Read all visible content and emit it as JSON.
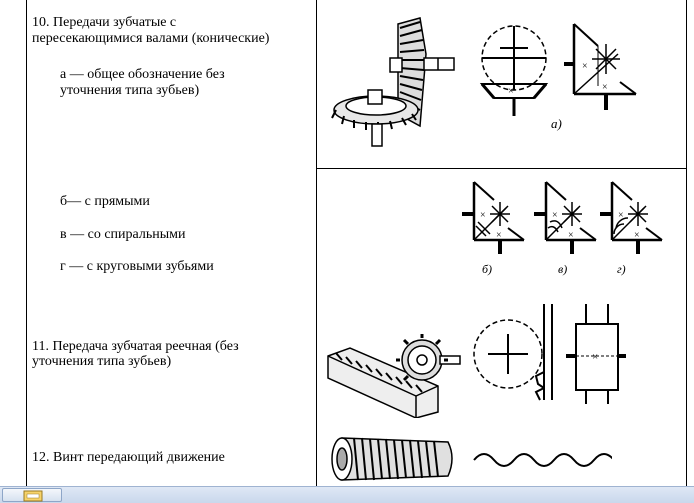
{
  "rows": [
    {
      "title": "10. Передачи зубчатые с пересекающимися валами (конические)",
      "title_line1": "10. Передачи зубчатые с",
      "title_line2": "пересекающимися валами (конические)",
      "sub_a_line1": "а — общее обозначение без",
      "sub_a_line2": "уточнения типа зубьев)",
      "label_a": "а)"
    },
    {
      "sub_b": "б— с прямыми",
      "sub_v": "в — со спиральными",
      "sub_g": "г — с круговыми зубьями",
      "label_b": "б)",
      "label_v": "в)",
      "label_g": "г)"
    },
    {
      "title_line1": "11. Передача зубчатая реечная (без",
      "title_line2": "уточнения типа зубьев)"
    },
    {
      "title": "12. Винт передающий движение"
    }
  ],
  "icons": [
    "bevel-gear-picture-icon",
    "rack-pinion-picture-icon",
    "screw-picture-icon"
  ]
}
